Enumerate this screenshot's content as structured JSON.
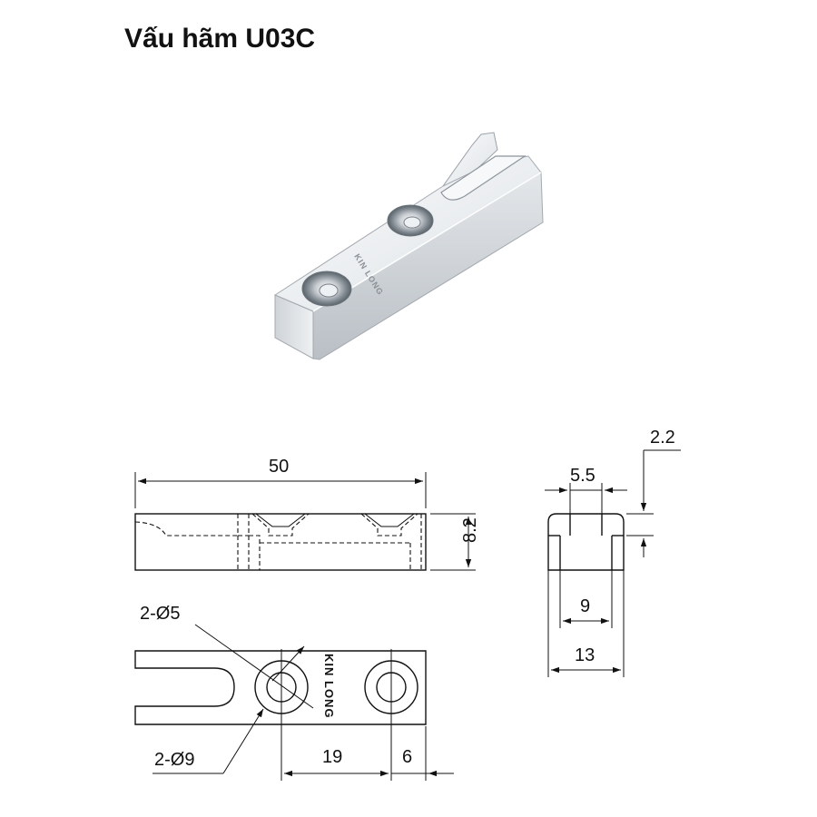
{
  "title": "Vấu hãm U03C",
  "brand": "KIN LONG",
  "dimensions": {
    "length": "50",
    "height": "8.2",
    "small_hole_label": "2-Ø5",
    "large_hole_label": "2-Ø9",
    "hole_spacing": "19",
    "end_offset": "6",
    "top_offset": "2.2",
    "slot_width": "5.5",
    "inner_width": "9",
    "total_width": "13"
  },
  "colors": {
    "line": "#111111",
    "metal_light": "#f4f6f8",
    "metal_dark": "#9aa1a8"
  }
}
